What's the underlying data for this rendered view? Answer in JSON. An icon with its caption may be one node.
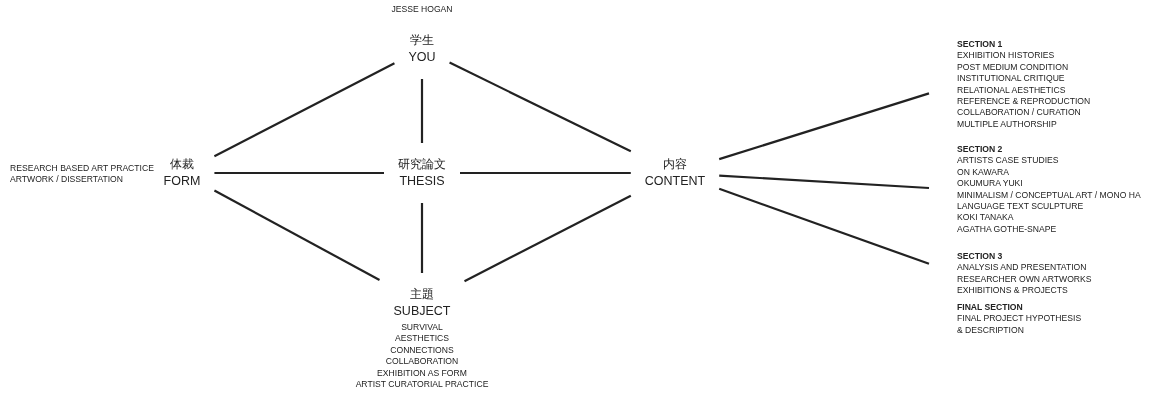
{
  "diagram": {
    "nodes": [
      {
        "text": [
          "学生",
          "YOU"
        ],
        "beside": [
          "JESSE HOGAN"
        ]
      },
      {
        "text": [
          "体裁",
          "FORM"
        ],
        "beside": [
          "RESEARCH BASED ART PRACTICE",
          "ARTWORK / DISSERTATION"
        ]
      },
      {
        "text": [
          "研究論文",
          "THESIS"
        ]
      },
      {
        "text": [
          "内容",
          "CONTENT"
        ]
      },
      {
        "text": [
          "主題",
          "SUBJECT"
        ],
        "beside": [
          "SURVIVAL",
          "AESTHETICS",
          "CONNECTIONS",
          "COLLABORATION",
          "EXHIBITION AS FORM",
          "ARTIST CURATORIAL PRACTICE"
        ]
      },
      {
        "text": [
          "SECTION 1",
          "EXHIBITION HISTORIES",
          "POST MEDIUM CONDITION",
          "INSTITUTIONAL CRITIQUE",
          "RELATIONAL AESTHETICS",
          "REFERENCE & REPRODUCTION",
          "COLLABORATION / CURATION",
          "MULTIPLE AUTHORSHIP"
        ]
      },
      {
        "text": [
          "SECTION 2",
          "ARTISTS CASE STUDIES",
          "ON KAWARA",
          "OKUMURA YUKI",
          "MINIMALISM / CONCEPTUAL ART / MONO HA",
          "LANGUAGE TEXT SCULPTURE",
          "KOKI TANAKA",
          "AGATHA GOTHE-SNAPE"
        ]
      },
      {
        "text": [
          "SECTION 3",
          "ANALYSIS AND PRESENTATION",
          "RESEARCHER OWN ARTWORKS",
          "EXHIBITIONS & PROJECTS"
        ]
      }
    ],
    "edges": [
      {
        "from": 0,
        "to": 1,
        "arrow": "none"
      },
      {
        "from": 0,
        "to": 2,
        "arrow": "none"
      },
      {
        "from": 0,
        "to": 3,
        "arrow": "none"
      },
      {
        "from": 1,
        "to": 2,
        "arrow": "none"
      },
      {
        "from": 2,
        "to": 3,
        "arrow": "none"
      },
      {
        "from": 1,
        "to": 4,
        "arrow": "none"
      },
      {
        "from": 2,
        "to": 4,
        "arrow": "none"
      },
      {
        "from": 3,
        "to": 4,
        "arrow": "none"
      },
      {
        "from": 3,
        "to": 5,
        "arrow": "none"
      },
      {
        "from": 3,
        "to": 6,
        "arrow": "none"
      },
      {
        "from": 3,
        "to": 7,
        "arrow": "none"
      }
    ],
    "labels": [
      "FINAL SECTION",
      "FINAL PROJECT HYPOTHESIS",
      "& DESCRIPTION"
    ]
  }
}
